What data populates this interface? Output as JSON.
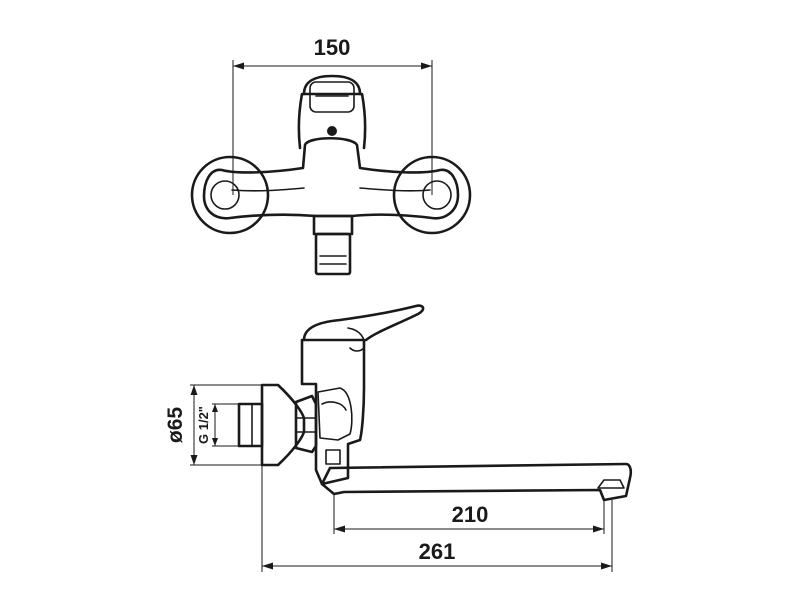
{
  "colors": {
    "line": "#1a1a1a",
    "background": "#ffffff"
  },
  "dimensions": {
    "top_width": "150",
    "wall_diameter": "ø65",
    "thread": "G 1/2\"",
    "spout_reach": "210",
    "total_depth": "261"
  }
}
